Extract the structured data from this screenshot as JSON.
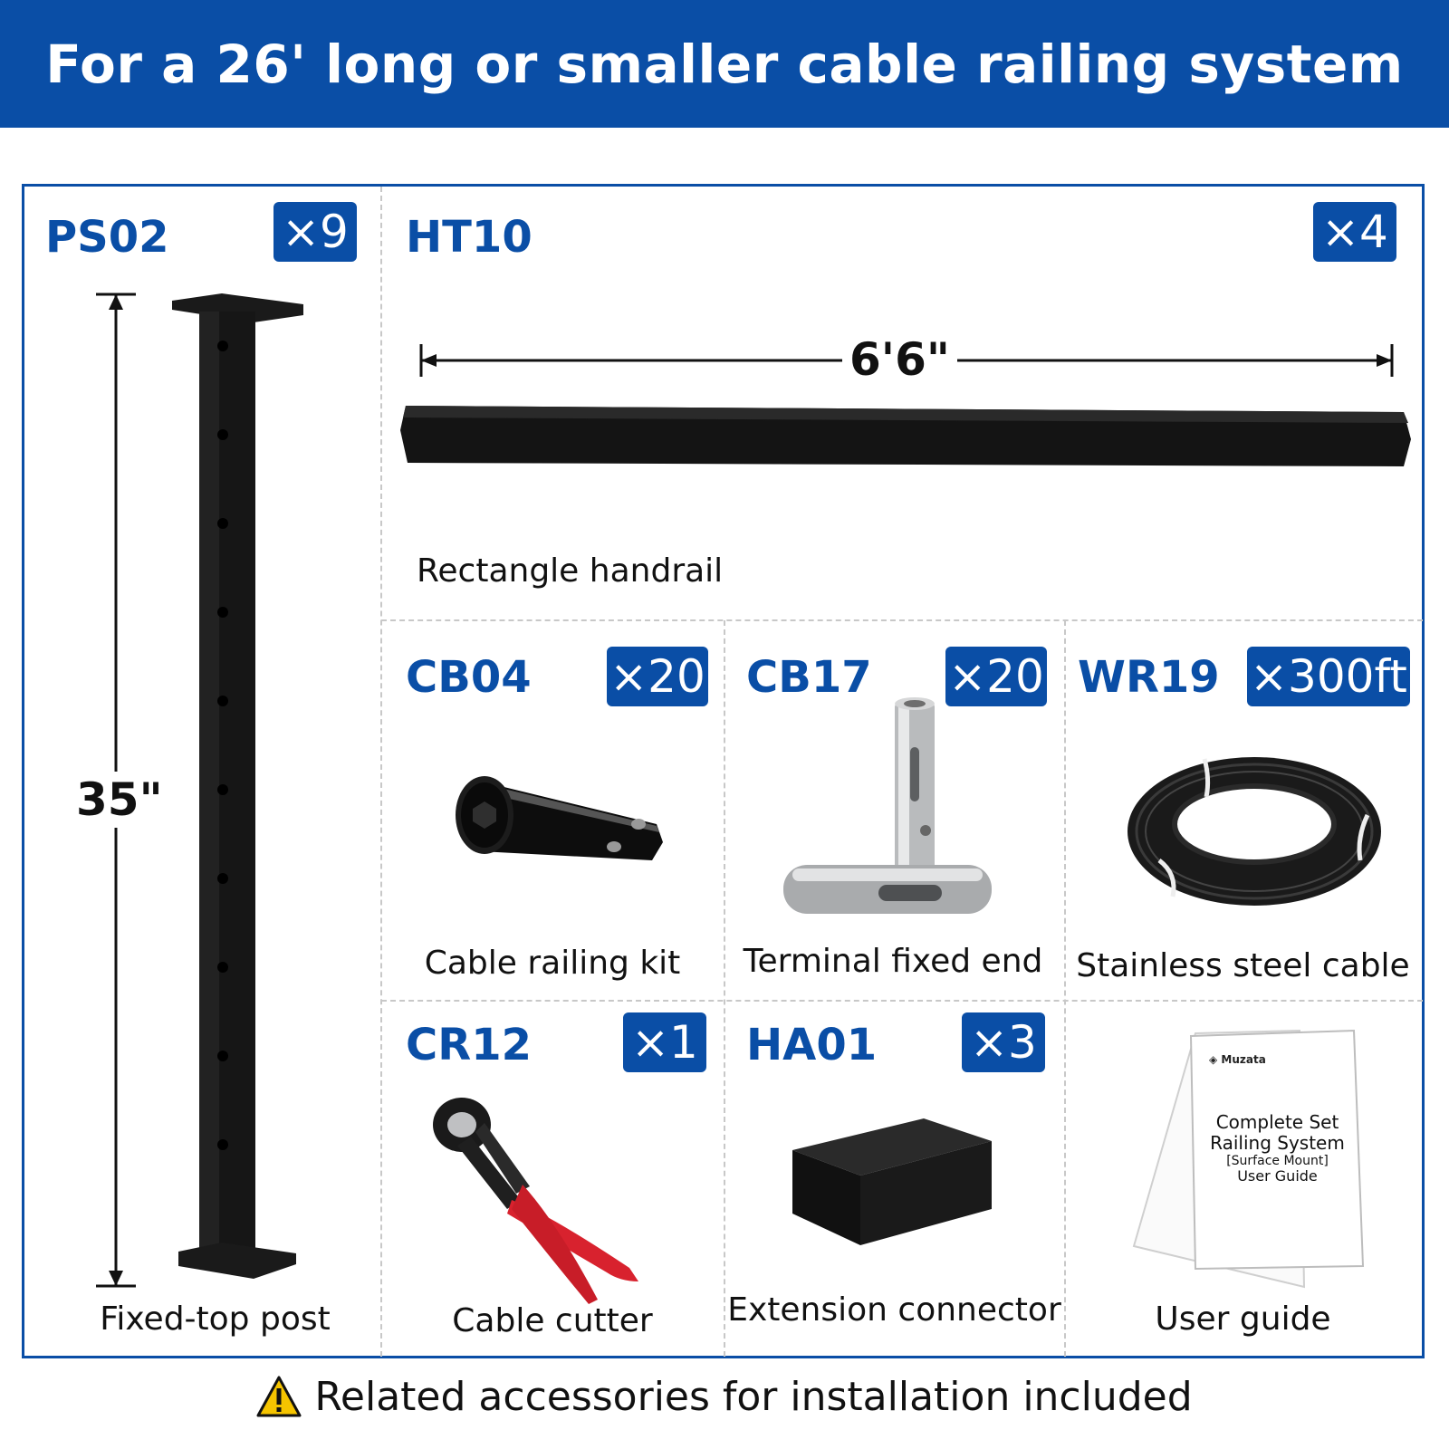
{
  "header": {
    "title": "For a 26' long or smaller cable railing system"
  },
  "items": {
    "ps02": {
      "code": "PS02",
      "qty": "×9",
      "label": "Fixed-top post",
      "dimension": "35\""
    },
    "ht10": {
      "code": "HT10",
      "qty": "×4",
      "label": "Rectangle handrail",
      "dimension": "6'6\""
    },
    "cb04": {
      "code": "CB04",
      "qty": "×20",
      "label": "Cable railing kit"
    },
    "cb17": {
      "code": "CB17",
      "qty": "×20",
      "label": "Terminal fixed end"
    },
    "wr19": {
      "code": "WR19",
      "qty": "×300ft",
      "label": "Stainless steel cable"
    },
    "cr12": {
      "code": "CR12",
      "qty": "×1",
      "label": "Cable cutter"
    },
    "ha01": {
      "code": "HA01",
      "qty": "×3",
      "label": "Extension connector"
    },
    "guide": {
      "label": "User guide",
      "brand": "Muzata",
      "title_line1": "Complete Set",
      "title_line2": "Railing System",
      "title_line3": "[Surface Mount]",
      "title_line4": "User Guide"
    }
  },
  "footer": {
    "text": "Related accessories for installation included",
    "icon": "warning-icon"
  },
  "colors": {
    "brand_blue": "#0a4ea6",
    "cutter_red": "#d8222e",
    "warning_yellow": "#f5c400"
  }
}
